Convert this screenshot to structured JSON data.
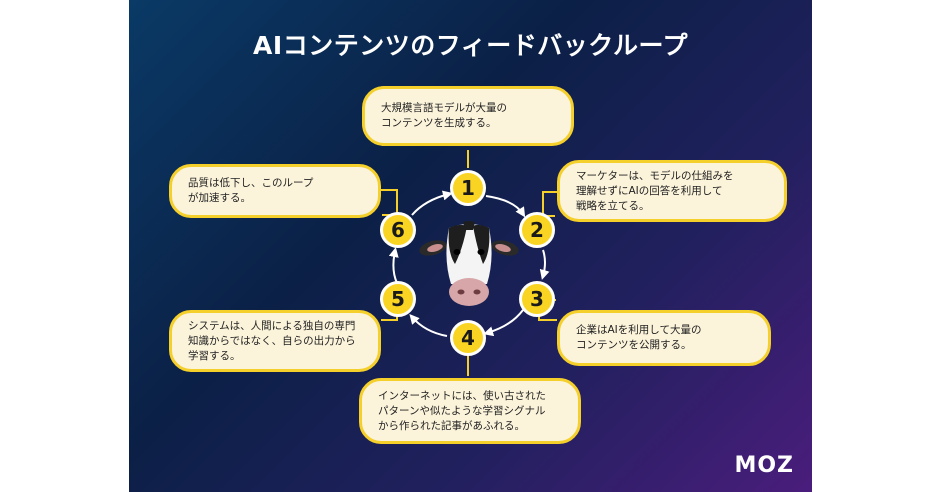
{
  "title": "AIコンテンツのフィードバックループ",
  "steps": [
    {
      "number": "1",
      "text": "大規模言語モデルが大量の\nコンテンツを生成する。"
    },
    {
      "number": "2",
      "text": "マーケターは、モデルの仕組みを\n理解せずにAIの回答を利用して\n戦略を立てる。"
    },
    {
      "number": "3",
      "text": "企業はAIを利用して大量の\nコンテンツを公開する。"
    },
    {
      "number": "4",
      "text": "インターネットには、使い古された\nパターンや似たような学習シグナル\nから作られた記事があふれる。"
    },
    {
      "number": "5",
      "text": "システムは、人間による独自の専門\n知識からではなく、自らの出力から\n学習する。"
    },
    {
      "number": "6",
      "text": "品質は低下し、このループ\nが加速する。"
    }
  ],
  "brand": {
    "logo": "MOZ"
  },
  "colors": {
    "node": "#f9d423",
    "box_fill": "#fbf3da",
    "box_border": "#f5cf2a",
    "background_start": "#0a3a66",
    "background_end": "#4a1d7c"
  },
  "icons": {
    "center": "cow-face-icon"
  }
}
